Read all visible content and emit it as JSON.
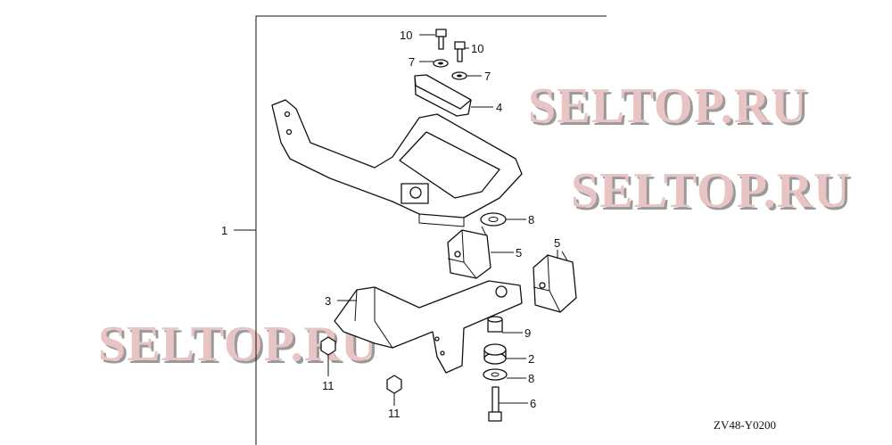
{
  "diagram": {
    "code": "ZV48-Y0200",
    "callouts": [
      {
        "id": "10a",
        "label": "10"
      },
      {
        "id": "10b",
        "label": "10"
      },
      {
        "id": "7a",
        "label": "7"
      },
      {
        "id": "7b",
        "label": "7"
      },
      {
        "id": "4",
        "label": "4"
      },
      {
        "id": "1",
        "label": "1"
      },
      {
        "id": "8a",
        "label": "8"
      },
      {
        "id": "5a",
        "label": "5"
      },
      {
        "id": "5b",
        "label": "5"
      },
      {
        "id": "3",
        "label": "3"
      },
      {
        "id": "9",
        "label": "9"
      },
      {
        "id": "2",
        "label": "2"
      },
      {
        "id": "8b",
        "label": "8"
      },
      {
        "id": "6",
        "label": "6"
      },
      {
        "id": "11a",
        "label": "11"
      },
      {
        "id": "11b",
        "label": "11"
      }
    ],
    "watermark": "SELTOP.RU",
    "colors": {
      "line": "#111111",
      "watermark": "#e8c4c4",
      "watermark_shadow": "#9a9a9a"
    }
  }
}
